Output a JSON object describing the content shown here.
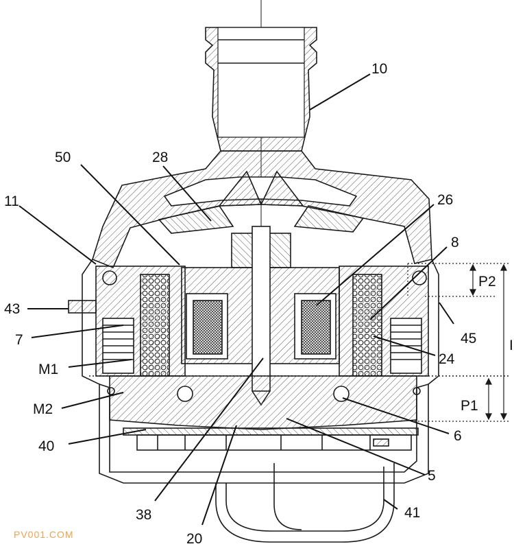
{
  "labels": {
    "l10": "10",
    "l50": "50",
    "l28": "28",
    "l11": "11",
    "l26": "26",
    "l8": "8",
    "lP2": "P2",
    "l43": "43",
    "l7": "7",
    "l45": "45",
    "lI": "I",
    "lM1": "M1",
    "l24": "24",
    "lM2": "M2",
    "lP1": "P1",
    "l6": "6",
    "l40": "40",
    "l5": "5",
    "l38": "38",
    "l41": "41",
    "l20": "20"
  },
  "watermark": "PV001.COM",
  "colors": {
    "line": "#1a1a1a",
    "hatch": "#444444",
    "watermark": "#f0a24a"
  }
}
